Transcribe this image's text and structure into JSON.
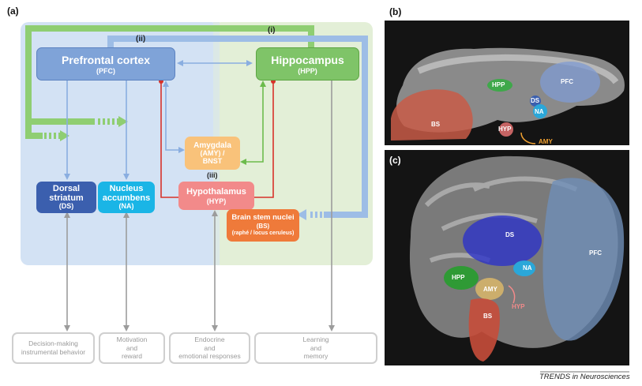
{
  "panels": {
    "a": "(a)",
    "b": "(b)",
    "c": "(c)"
  },
  "routes": {
    "i": "(i)",
    "ii": "(ii)",
    "iii": "(iii)"
  },
  "nodes": {
    "pfc": {
      "title": "Prefrontal cortex",
      "abbr": "(PFC)"
    },
    "hpp": {
      "title": "Hippocampus",
      "abbr": "(HPP)"
    },
    "amy": {
      "line1": "Amygdala",
      "line2": "(AMY) /",
      "line3": "BNST"
    },
    "hyp": {
      "title": "Hypothalamus",
      "abbr": "(HYP)"
    },
    "ds": {
      "line1": "Dorsal",
      "line2": "striatum",
      "abbr": "(DS)"
    },
    "na": {
      "line1": "Nucleus",
      "line2": "accumbens",
      "abbr": "(NA)"
    },
    "bs": {
      "title": "Brain stem nuclei",
      "abbr": "(BS)",
      "sub": "(raphé / locus ceruleus)"
    }
  },
  "outputs": {
    "decision": {
      "line1": "Decision-making",
      "line2": "instrumental behavior"
    },
    "motivation": {
      "line1": "Motivation",
      "line2": "and",
      "line3": "reward"
    },
    "endocrine": {
      "line1": "Endocrine",
      "line2": "and",
      "line3": "emotional responses"
    },
    "learning": {
      "line1": "Learning",
      "line2": "and",
      "line3": "memory"
    }
  },
  "rat_labels": {
    "hpp": "HPP",
    "pfc": "PFC",
    "ds": "DS",
    "na": "NA",
    "bs": "BS",
    "hyp": "HYP",
    "amy": "AMY"
  },
  "human_labels": {
    "ds": "DS",
    "pfc": "PFC",
    "na": "NA",
    "hpp": "HPP",
    "amy": "AMY",
    "hyp": "HYP",
    "bs": "BS"
  },
  "credit": "TRENDS in Neurosciences",
  "colors": {
    "pfc": "#7fa3d8",
    "hpp": "#7fc468",
    "amy": "#f9c27a",
    "hyp": "#f28a8a",
    "ds": "#3b5fae",
    "na": "#1ab5e6",
    "bs": "#ef7a3a",
    "blue_zone": "#d3e2f4",
    "green_zone": "#e3efd7",
    "red_arrow": "#d7322a",
    "green_path": "#8fce72",
    "blue_path": "#9dbde6",
    "gray_arrow": "#9c9c9c"
  }
}
